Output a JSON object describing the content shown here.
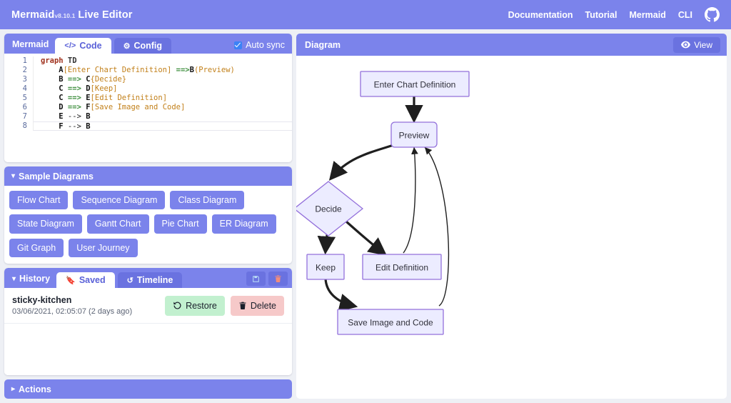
{
  "navbar": {
    "brand_name": "Mermaid",
    "version": "v8.10.1",
    "brand_suffix": "Live Editor",
    "links": [
      {
        "label": "Documentation",
        "name": "documentation"
      },
      {
        "label": "Tutorial",
        "name": "tutorial"
      },
      {
        "label": "Mermaid",
        "name": "mermaid"
      },
      {
        "label": "CLI",
        "name": "cli"
      }
    ],
    "github_icon": "github-icon",
    "background": "#7b83eb"
  },
  "editor": {
    "panel_label": "Mermaid",
    "tabs": [
      {
        "label": "Code",
        "icon": "code-icon",
        "active": true
      },
      {
        "label": "Config",
        "icon": "gear-icon",
        "active": false
      }
    ],
    "auto_sync": {
      "label": "Auto sync",
      "checked": true,
      "color": "#3b82f6"
    },
    "lines": [
      {
        "n": "1",
        "tokens": [
          {
            "t": "graph",
            "c": "k-graph"
          },
          {
            "t": " TD",
            "c": "k-dir"
          }
        ]
      },
      {
        "n": "2",
        "tokens": [
          {
            "t": "    A",
            "c": "k-id"
          },
          {
            "t": "[Enter Chart Definition]",
            "c": "k-txt"
          },
          {
            "t": " ==>",
            "c": "k-arr"
          },
          {
            "t": "B",
            "c": "k-id"
          },
          {
            "t": "(Preview)",
            "c": "k-txt"
          }
        ]
      },
      {
        "n": "3",
        "tokens": [
          {
            "t": "    B",
            "c": "k-id"
          },
          {
            "t": " ==> ",
            "c": "k-arr"
          },
          {
            "t": "C",
            "c": "k-id"
          },
          {
            "t": "{Decide}",
            "c": "k-txt"
          }
        ]
      },
      {
        "n": "4",
        "tokens": [
          {
            "t": "    C",
            "c": "k-id"
          },
          {
            "t": " ==> ",
            "c": "k-arr"
          },
          {
            "t": "D",
            "c": "k-id"
          },
          {
            "t": "[Keep]",
            "c": "k-txt"
          }
        ]
      },
      {
        "n": "5",
        "tokens": [
          {
            "t": "    C",
            "c": "k-id"
          },
          {
            "t": " ==> ",
            "c": "k-arr"
          },
          {
            "t": "E",
            "c": "k-id"
          },
          {
            "t": "[Edit Definition]",
            "c": "k-txt"
          }
        ]
      },
      {
        "n": "6",
        "tokens": [
          {
            "t": "    D",
            "c": "k-id"
          },
          {
            "t": " ==> ",
            "c": "k-arr"
          },
          {
            "t": "F",
            "c": "k-id"
          },
          {
            "t": "[Save Image and Code]",
            "c": "k-txt"
          }
        ]
      },
      {
        "n": "7",
        "tokens": [
          {
            "t": "    E",
            "c": "k-id"
          },
          {
            "t": " --> ",
            "c": "k-plain"
          },
          {
            "t": "B",
            "c": "k-id"
          }
        ]
      },
      {
        "n": "8",
        "tokens": [
          {
            "t": "    F",
            "c": "k-id"
          },
          {
            "t": " --> ",
            "c": "k-plain"
          },
          {
            "t": "B",
            "c": "k-id"
          }
        ],
        "current": true
      }
    ]
  },
  "samples": {
    "title": "Sample Diagrams",
    "caret": "chevron-down-icon",
    "buttons": [
      "Flow Chart",
      "Sequence Diagram",
      "Class Diagram",
      "State Diagram",
      "Gantt Chart",
      "Pie Chart",
      "ER Diagram",
      "Git Graph",
      "User Journey"
    ]
  },
  "history": {
    "title": "History",
    "caret": "chevron-down-icon",
    "tabs": [
      {
        "label": "Saved",
        "icon": "bookmark-icon",
        "active": true
      },
      {
        "label": "Timeline",
        "icon": "history-clock-icon",
        "active": false
      }
    ],
    "tool_buttons": [
      {
        "name": "save-history-button",
        "icon": "save-icon"
      },
      {
        "name": "clear-history-button",
        "icon": "trash-icon"
      }
    ],
    "items": [
      {
        "name": "sticky-kitchen",
        "date": "03/06/2021, 02:05:07 (2 days ago)",
        "restore_label": "Restore",
        "restore_icon": "restore-arrow-icon",
        "restore_color": "#c2f0cf",
        "delete_label": "Delete",
        "delete_icon": "trash-icon",
        "delete_color": "#f6c9c9"
      }
    ]
  },
  "actions": {
    "title": "Actions",
    "caret": "chevron-right-icon"
  },
  "diagram": {
    "title": "Diagram",
    "view_button": {
      "label": "View",
      "icon": "eye-icon"
    },
    "node_fill": "#ececff",
    "node_stroke": "#9370db",
    "nodes": [
      {
        "id": "A",
        "label": "Enter Chart Definition",
        "shape": "rect"
      },
      {
        "id": "B",
        "label": "Preview",
        "shape": "round"
      },
      {
        "id": "C",
        "label": "Decide",
        "shape": "diamond"
      },
      {
        "id": "D",
        "label": "Keep",
        "shape": "rect"
      },
      {
        "id": "E",
        "label": "Edit Definition",
        "shape": "rect"
      },
      {
        "id": "F",
        "label": "Save Image and Code",
        "shape": "rect"
      }
    ],
    "edges": [
      {
        "from": "A",
        "to": "B",
        "style": "thick"
      },
      {
        "from": "B",
        "to": "C",
        "style": "thick"
      },
      {
        "from": "C",
        "to": "D",
        "style": "thick"
      },
      {
        "from": "C",
        "to": "E",
        "style": "thick"
      },
      {
        "from": "D",
        "to": "F",
        "style": "thick"
      },
      {
        "from": "E",
        "to": "B",
        "style": "thin"
      },
      {
        "from": "F",
        "to": "B",
        "style": "thin"
      }
    ]
  }
}
